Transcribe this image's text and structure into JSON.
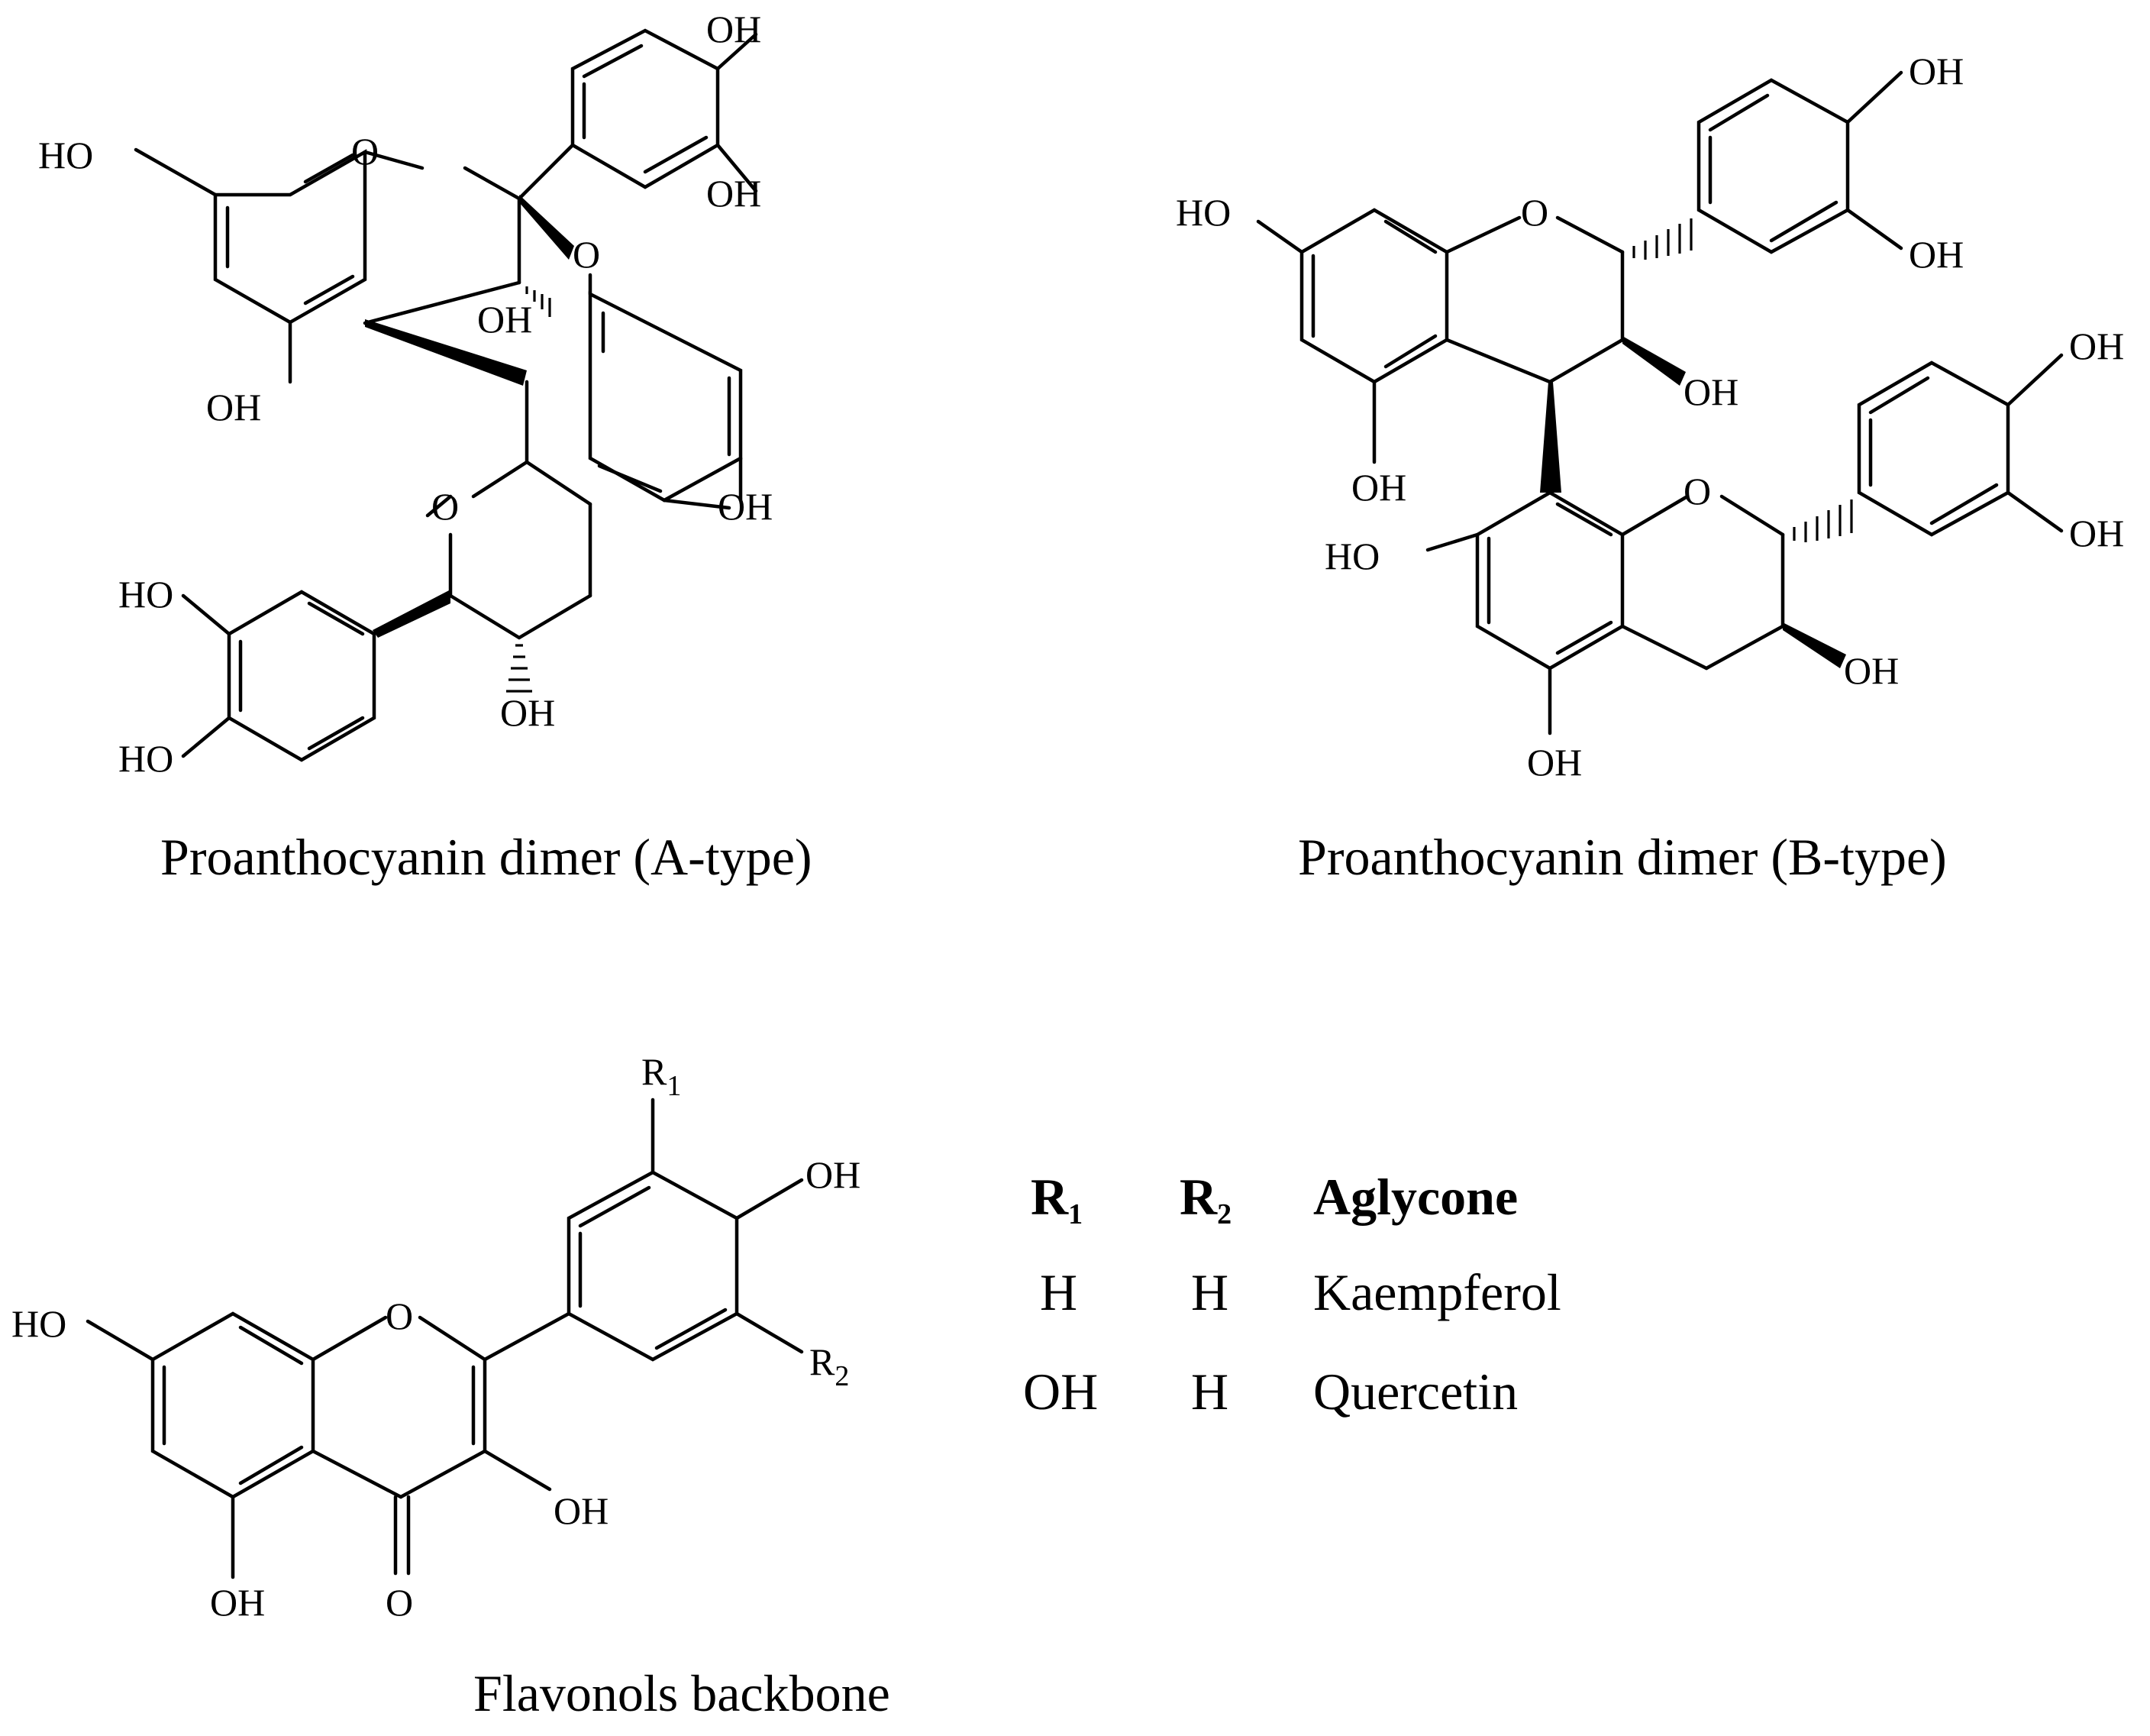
{
  "figure": {
    "captions": {
      "a_type": "Proanthocyanin dimer (A-type)",
      "b_type": "Proanthocyanin dimer (B-type)",
      "flavonols": "Flavonols backbone"
    },
    "atom_labels": {
      "oh": "OH",
      "ho": "HO",
      "o": "O",
      "r": "R",
      "r1_sub": "1",
      "r2_sub": "2"
    },
    "table": {
      "headers": [
        {
          "main": "R",
          "sub": "1"
        },
        {
          "main": "R",
          "sub": "2"
        },
        {
          "main": "Aglycone",
          "sub": ""
        }
      ],
      "rows": [
        {
          "r1": "H",
          "r2": "H",
          "aglycone": "Kaempferol"
        },
        {
          "r1": "OH",
          "r2": "H",
          "aglycone": "Quercetin"
        }
      ]
    }
  }
}
